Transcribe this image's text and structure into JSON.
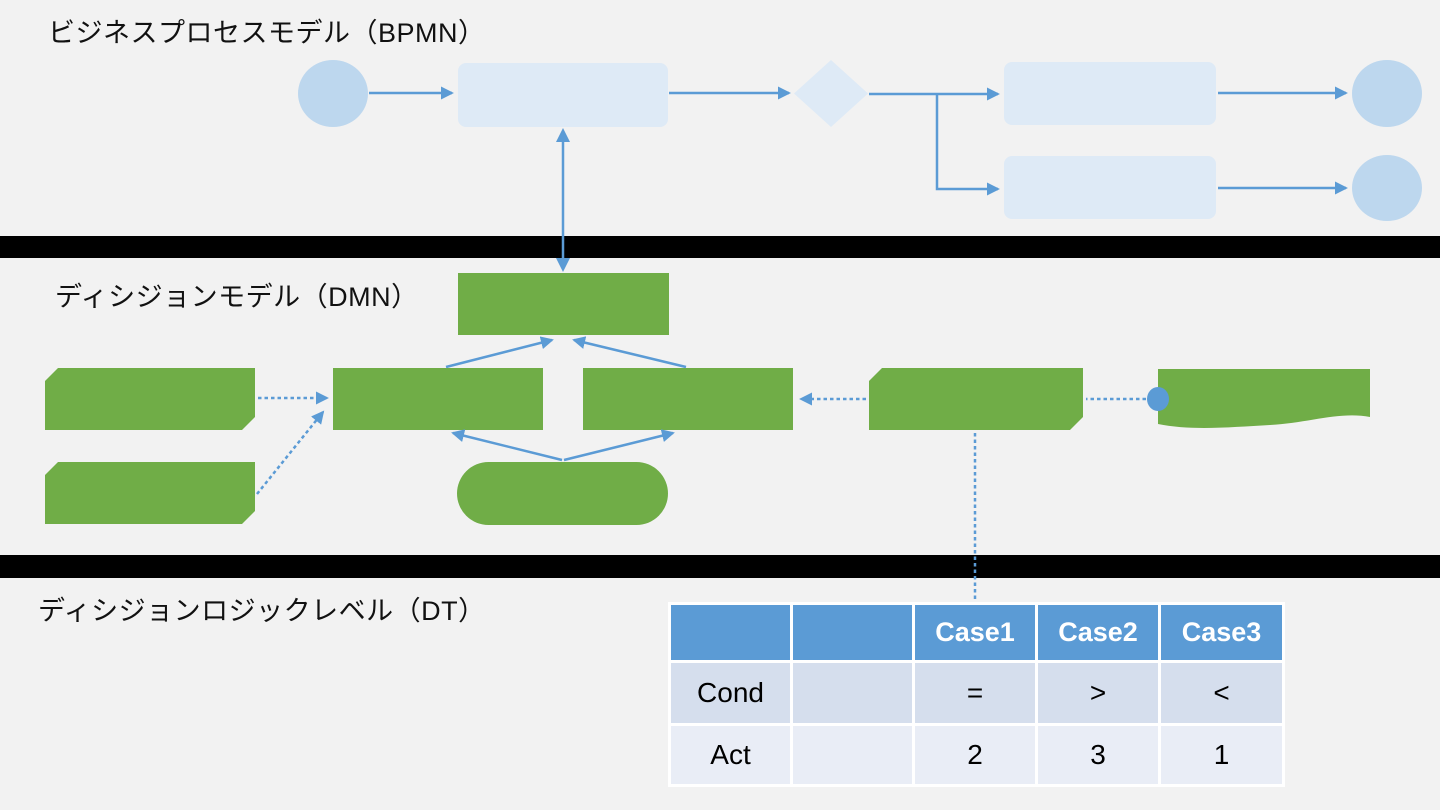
{
  "sections": {
    "bpmn": {
      "title": "ビジネスプロセスモデル（BPMN）"
    },
    "dmn": {
      "title": "ディシジョンモデル（DMN）"
    },
    "dt": {
      "title": "ディシジョンロジックレベル（DT）"
    }
  },
  "decision_table": {
    "headers": [
      "",
      "",
      "Case1",
      "Case2",
      "Case3"
    ],
    "rows": [
      {
        "label": "Cond",
        "values": [
          "",
          "=",
          ">",
          "<"
        ]
      },
      {
        "label": "Act",
        "values": [
          "",
          "2",
          "3",
          "1"
        ]
      }
    ]
  },
  "colors": {
    "background": "#F2F2F2",
    "divider_bar": "#000000",
    "connector_blue": "#5B9BD5",
    "bpmn_event_fill": "#BDD7EE",
    "bpmn_task_fill": "#DEEAF6",
    "dmn_shape_green": "#70AD47",
    "table_header_fill": "#5B9BD5",
    "table_row_cond_fill": "#D5DEED",
    "table_row_act_fill": "#E9EDF6"
  }
}
